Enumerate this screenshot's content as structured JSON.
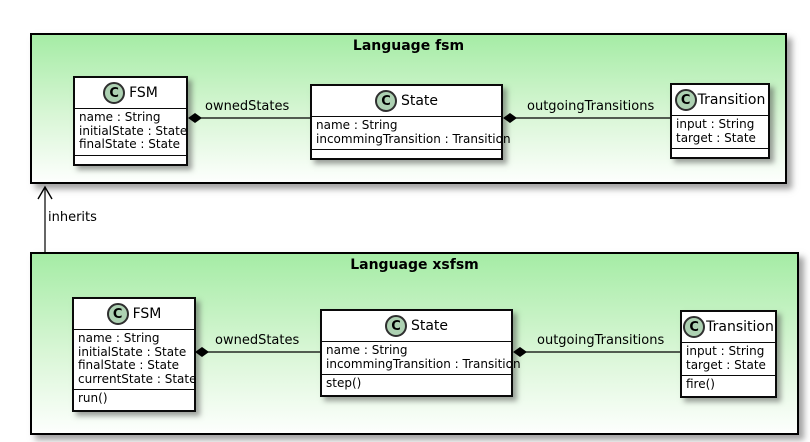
{
  "diagram": {
    "packages": [
      {
        "title": "Language fsm",
        "classes": [
          {
            "icon_letter": "C",
            "name": "FSM",
            "attributes": [
              "name : String",
              "initialState : State",
              "finalState : State"
            ],
            "methods": []
          },
          {
            "icon_letter": "C",
            "name": "State",
            "attributes": [
              "name : String",
              "incommingTransition : Transition"
            ],
            "methods": []
          },
          {
            "icon_letter": "C",
            "name": "Transition",
            "attributes": [
              "input : String",
              "target : State"
            ],
            "methods": []
          }
        ],
        "relations": [
          {
            "label": "ownedStates",
            "type": "composition",
            "from": "FSM",
            "to": "State"
          },
          {
            "label": "outgoingTransitions",
            "type": "composition",
            "from": "State",
            "to": "Transition"
          }
        ]
      },
      {
        "title": "Language xsfsm",
        "classes": [
          {
            "icon_letter": "C",
            "name": "FSM",
            "attributes": [
              "name : String",
              "initialState : State",
              "finalState : State",
              "currentState : State"
            ],
            "methods": [
              "run()"
            ]
          },
          {
            "icon_letter": "C",
            "name": "State",
            "attributes": [
              "name : String",
              "incommingTransition : Transition"
            ],
            "methods": [
              "step()"
            ]
          },
          {
            "icon_letter": "C",
            "name": "Transition",
            "attributes": [
              "input : String",
              "target : State"
            ],
            "methods": [
              "fire()"
            ]
          }
        ],
        "relations": [
          {
            "label": "ownedStates",
            "type": "composition",
            "from": "FSM",
            "to": "State"
          },
          {
            "label": "outgoingTransitions",
            "type": "composition",
            "from": "State",
            "to": "Transition"
          }
        ]
      }
    ],
    "package_relation": {
      "label": "inherits",
      "type": "arrow",
      "from": "Language xsfsm",
      "to": "Language fsm"
    }
  },
  "colors": {
    "package_gradient_top": "#A5ECA5",
    "package_gradient_bottom": "#FDFFFD",
    "class_fill": "#FFFFFF",
    "class_icon_fill": "#ADD1B2",
    "border": "#000000"
  }
}
